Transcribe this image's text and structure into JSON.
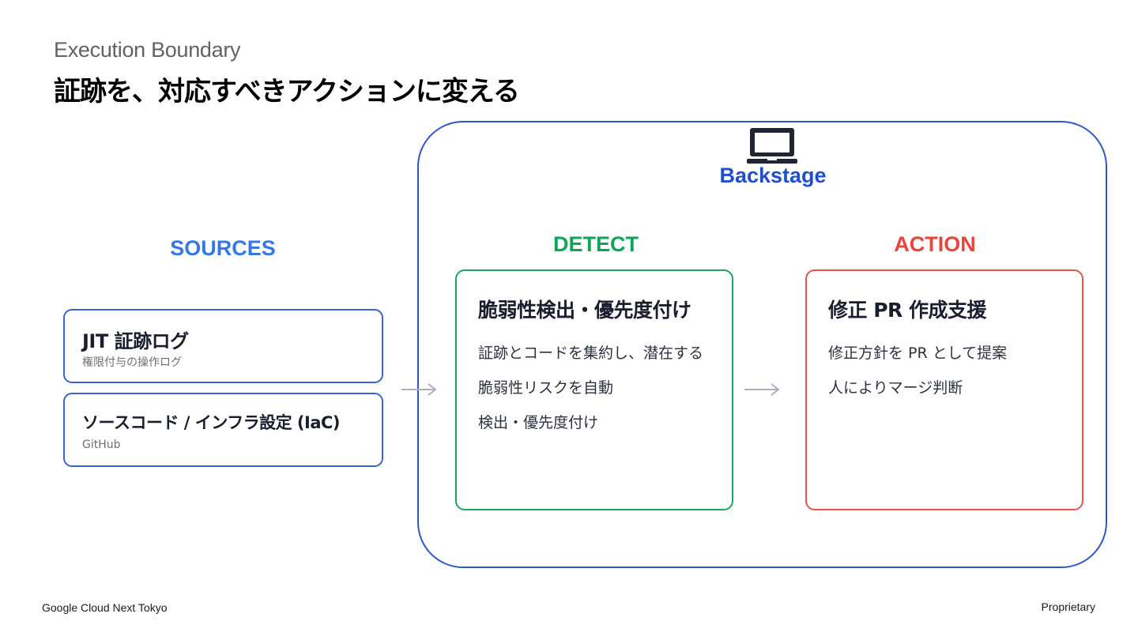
{
  "header": {
    "subtitle": "Execution Boundary",
    "title": "証跡を、対応すべきアクションに変える"
  },
  "backstage": {
    "label": "Backstage",
    "icon": "laptop-icon",
    "border_color": "#2f55c8",
    "label_color": "#1f4fcf"
  },
  "sources": {
    "heading": "SOURCES",
    "color": "#3578e5",
    "items": [
      {
        "title": "JIT 証跡ログ",
        "subtitle": "権限付与の操作ログ"
      },
      {
        "title": "ソースコード / インフラ設定 (IaC)",
        "subtitle": "GitHub"
      }
    ]
  },
  "detect": {
    "heading": "DETECT",
    "color": "#10a35a",
    "title": "脆弱性検出・優先度付け",
    "lines": [
      "証跡とコードを集約し、潜在する",
      "脆弱性リスクを自動",
      "検出・優先度付け"
    ]
  },
  "action": {
    "heading": "ACTION",
    "color": "#e8453c",
    "title": "修正 PR 作成支援",
    "lines": [
      "修正方針を PR として提案",
      "人によりマージ判断"
    ]
  },
  "footer": {
    "left": "Google Cloud Next Tokyo",
    "right": "Proprietary"
  }
}
